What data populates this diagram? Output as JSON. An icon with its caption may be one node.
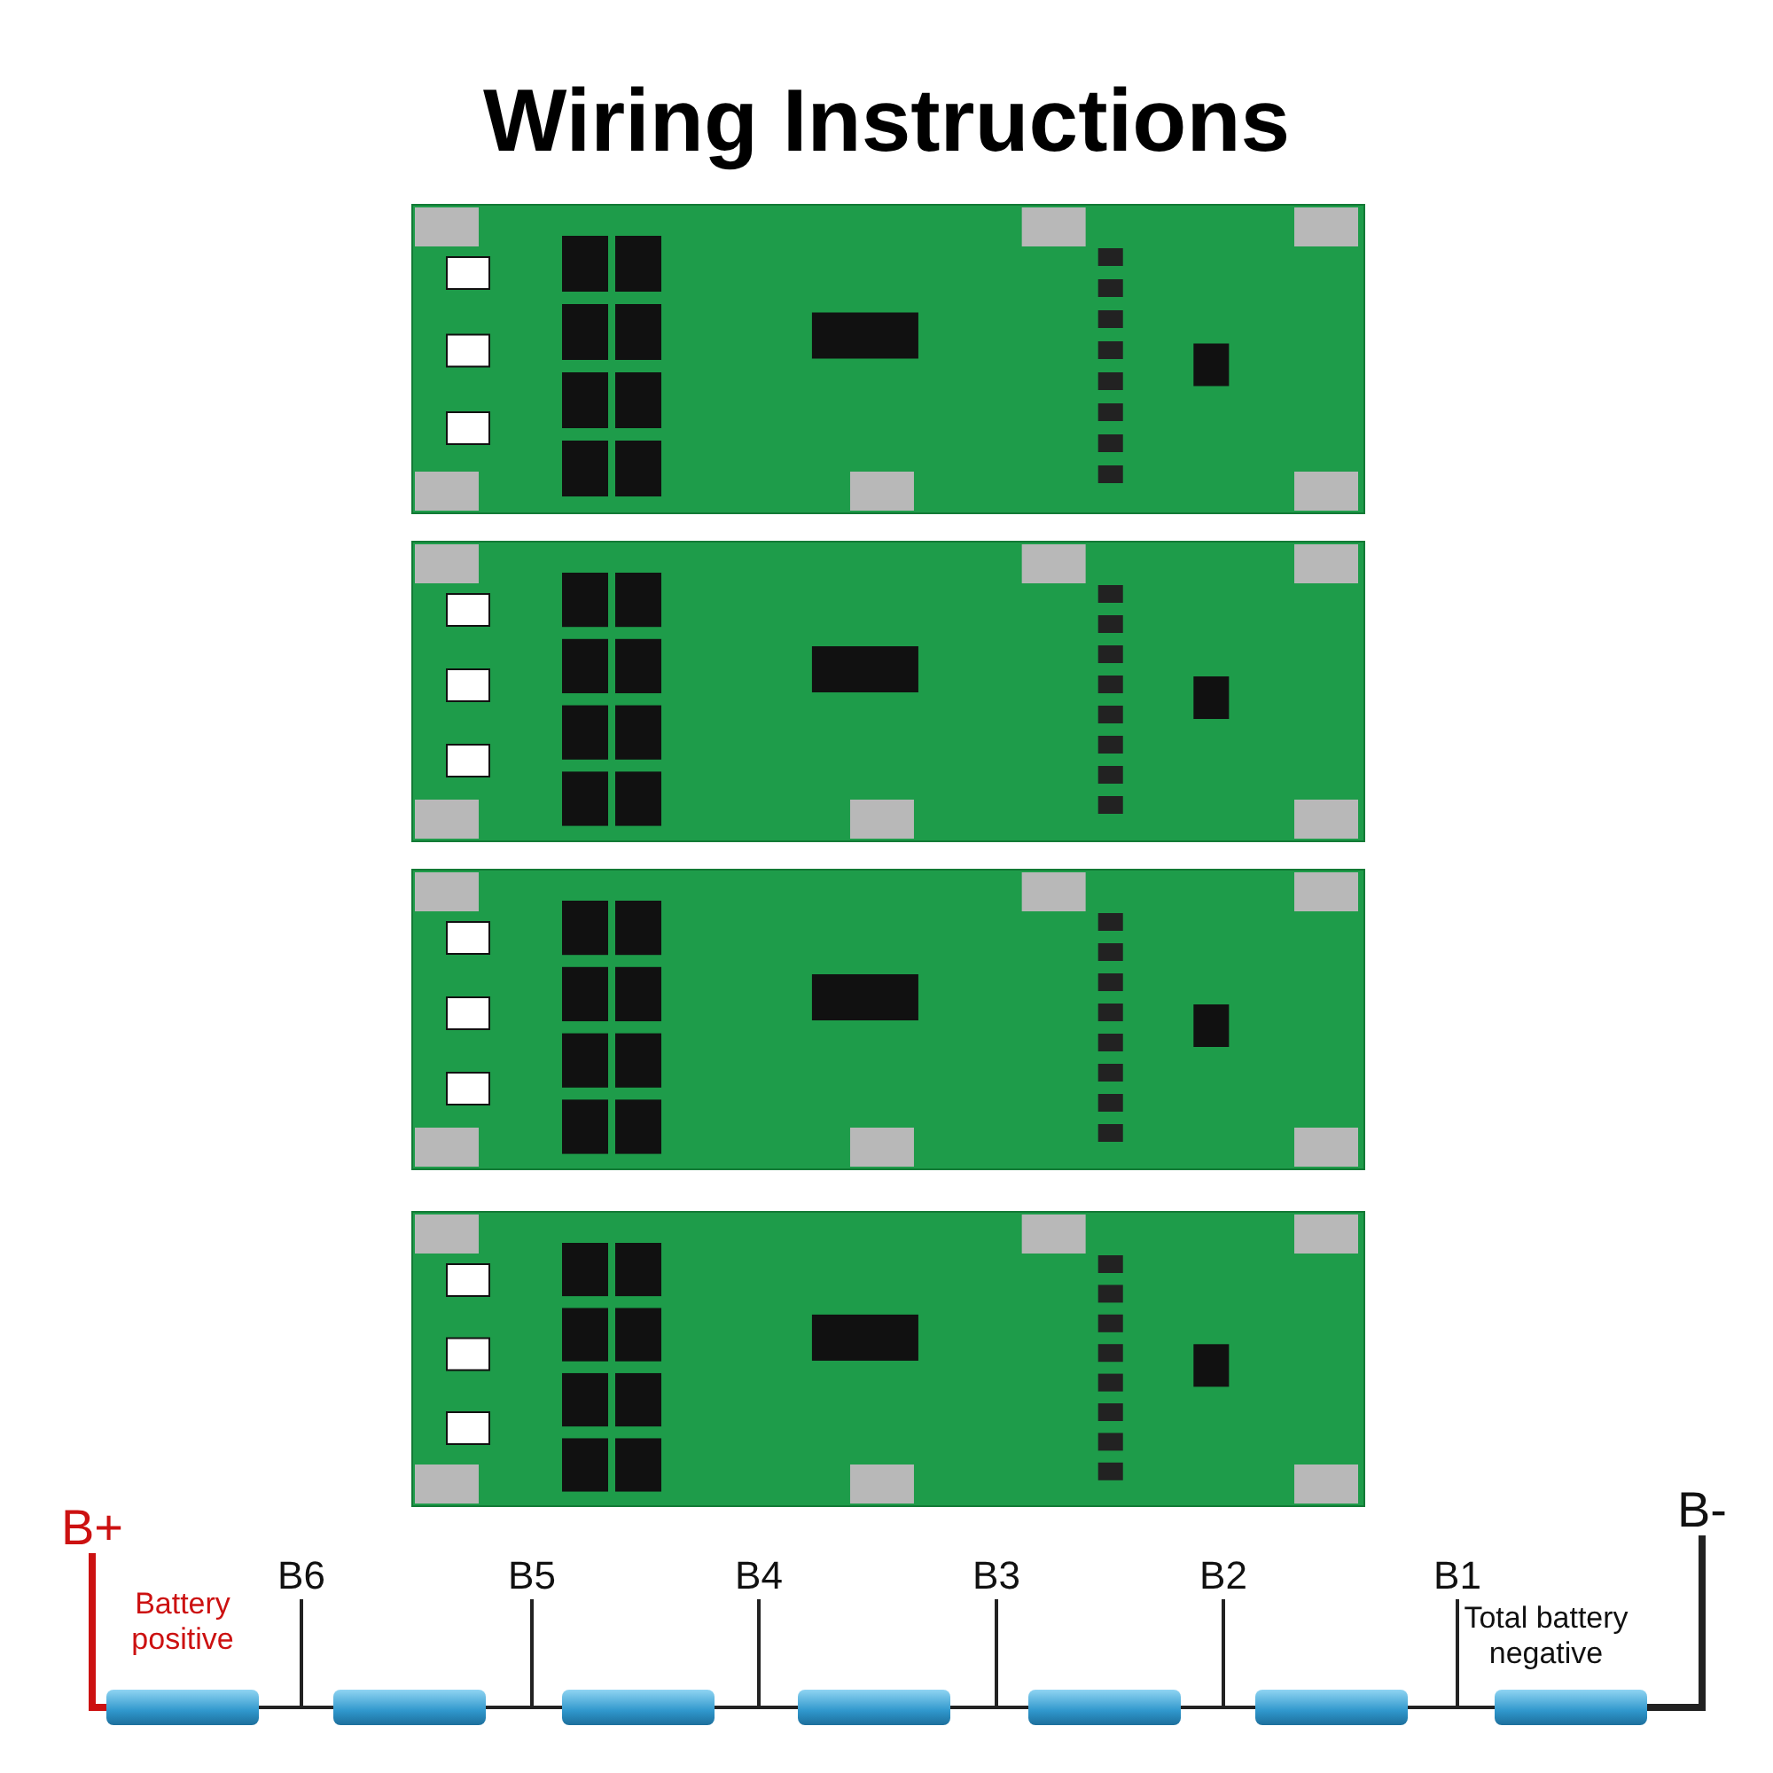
{
  "diagram": {
    "title": "Wiring Instructions",
    "nodes": [
      {
        "text": [],
        "shape": "picture"
      },
      {
        "text": [],
        "shape": "picture"
      },
      {
        "text": [],
        "shape": "picture"
      },
      {
        "text": [],
        "shape": "picture"
      },
      {
        "text": [
          "B+"
        ]
      },
      {
        "text": [
          "B6"
        ]
      },
      {
        "text": [
          "B5"
        ]
      },
      {
        "text": [
          "B4"
        ]
      },
      {
        "text": [
          "B3"
        ]
      },
      {
        "text": [
          "B2"
        ]
      },
      {
        "text": [
          "B1"
        ]
      },
      {
        "text": [
          "B-"
        ]
      },
      {
        "text": [],
        "shape": "cylinder"
      },
      {
        "text": [],
        "shape": "cylinder"
      },
      {
        "text": [],
        "shape": "cylinder"
      },
      {
        "text": [],
        "shape": "cylinder"
      },
      {
        "text": [],
        "shape": "cylinder"
      },
      {
        "text": [],
        "shape": "cylinder"
      },
      {
        "text": [],
        "shape": "cylinder"
      }
    ],
    "edges": [
      {
        "from": 4,
        "to": 12,
        "arrow": "none",
        "style": "thick",
        "color": "#cc1111"
      },
      {
        "from": 5,
        "to": 12,
        "arrow": "none"
      },
      {
        "from": 5,
        "to": 13,
        "arrow": "none"
      },
      {
        "from": 6,
        "to": 13,
        "arrow": "none"
      },
      {
        "from": 6,
        "to": 14,
        "arrow": "none"
      },
      {
        "from": 7,
        "to": 14,
        "arrow": "none"
      },
      {
        "from": 7,
        "to": 15,
        "arrow": "none"
      },
      {
        "from": 8,
        "to": 15,
        "arrow": "none"
      },
      {
        "from": 8,
        "to": 16,
        "arrow": "none"
      },
      {
        "from": 9,
        "to": 16,
        "arrow": "none"
      },
      {
        "from": 9,
        "to": 17,
        "arrow": "none"
      },
      {
        "from": 10,
        "to": 17,
        "arrow": "none"
      },
      {
        "from": 10,
        "to": 18,
        "arrow": "none"
      },
      {
        "from": 11,
        "to": 18,
        "arrow": "none",
        "style": "thick"
      }
    ],
    "labels": [
      "Battery positive",
      "Total battery negative"
    ]
  }
}
